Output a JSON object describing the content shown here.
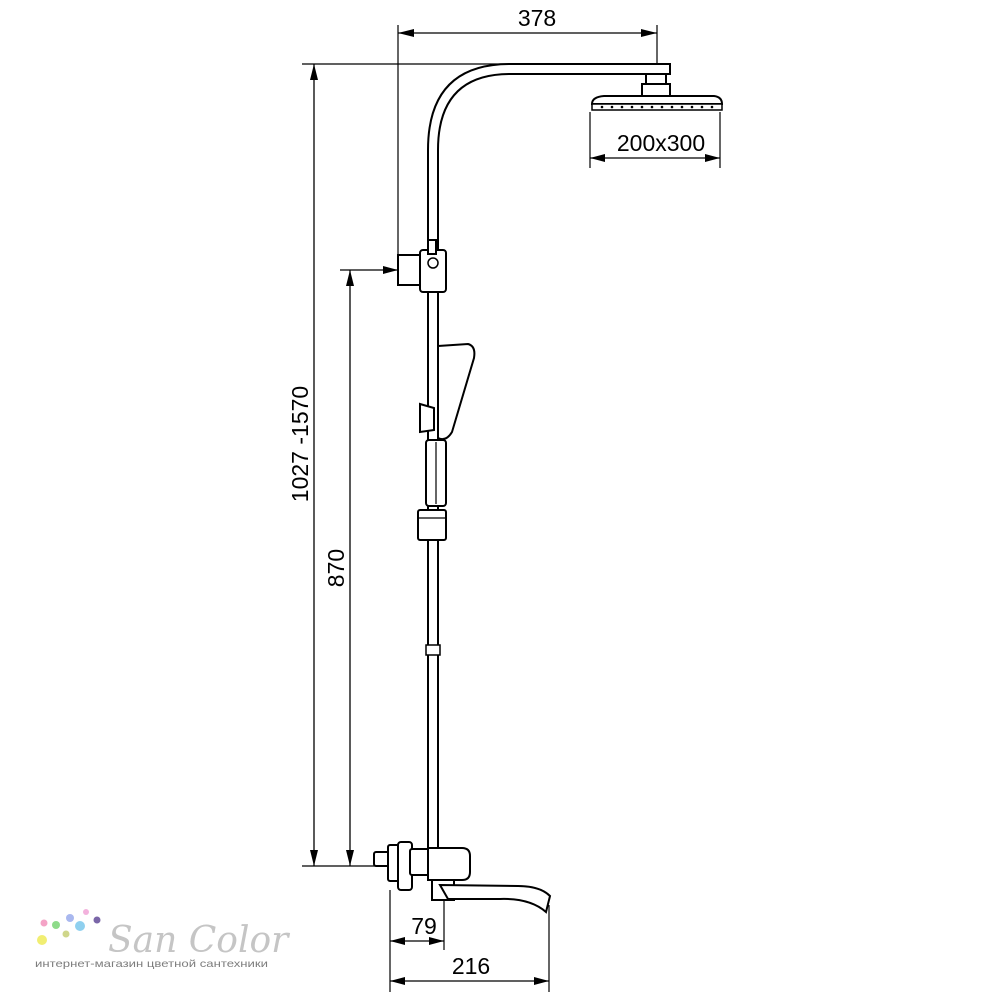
{
  "drawing": {
    "dimensions": {
      "arm_reach": "378",
      "head_size": "200x300",
      "total_height": "1027 -1570",
      "holder_height": "870",
      "mixer_depth": "79",
      "spout_reach": "216"
    }
  },
  "logo": {
    "name": "San Color",
    "tagline": "интернет-магазин цветной сантехники",
    "dot_colors": [
      "#f1ee72",
      "#8edb8a",
      "#f4a3c6",
      "#a9b8ef",
      "#cfd68a",
      "#8fd0ef",
      "#f3b2dd",
      "#7a66a8"
    ]
  }
}
